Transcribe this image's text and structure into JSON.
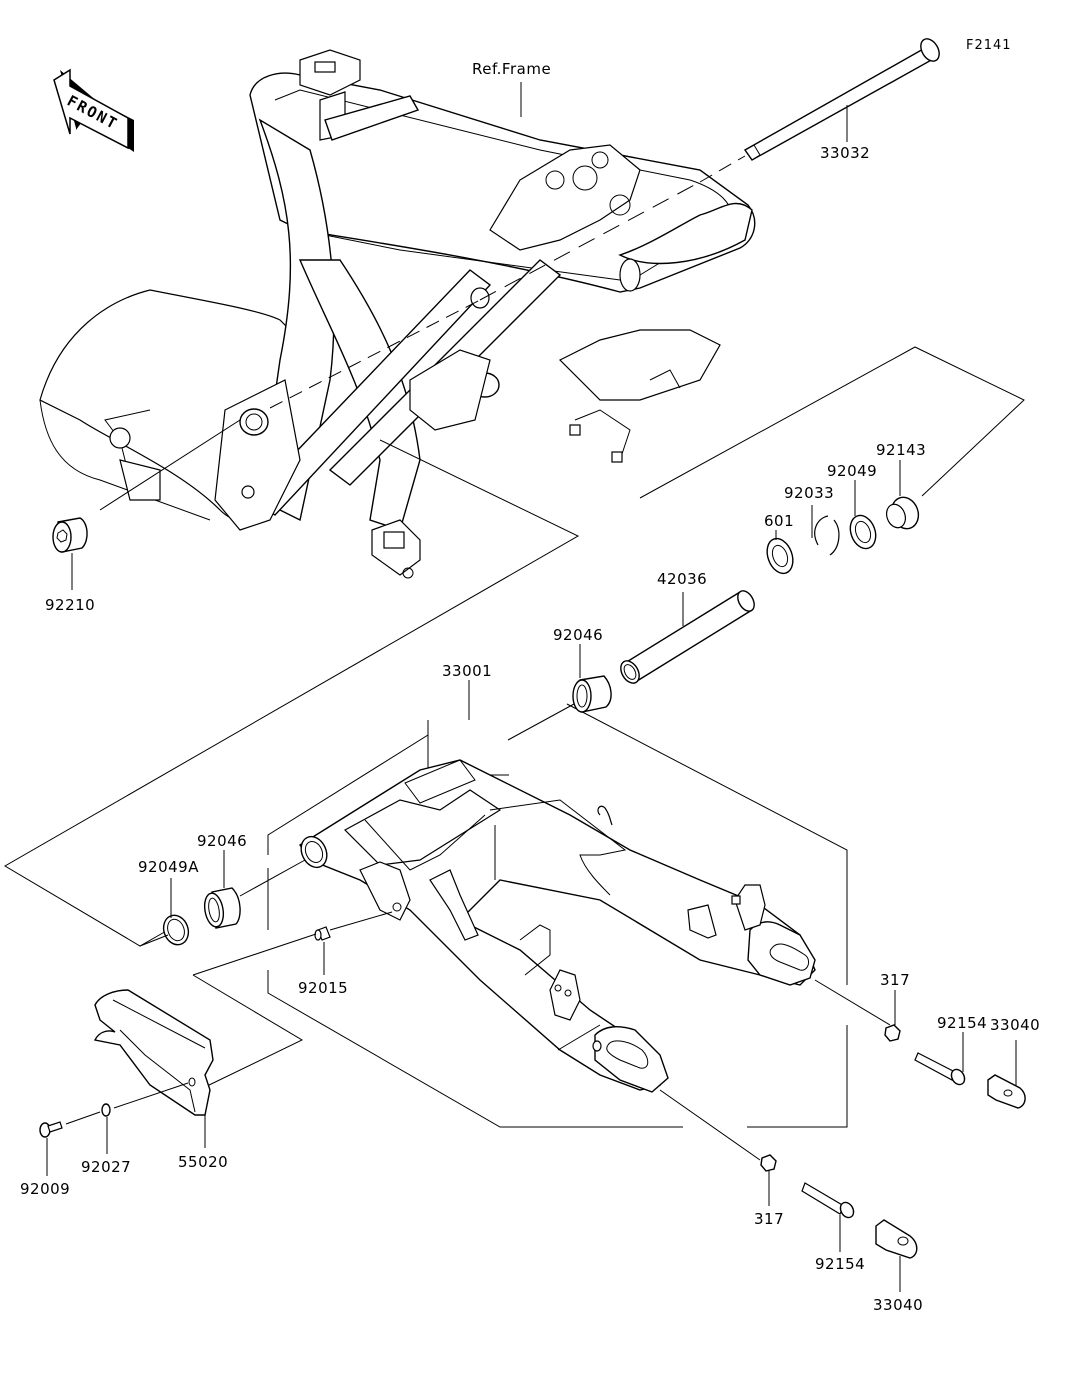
{
  "diagram": {
    "figure_code": "F2141",
    "front_indicator": "FRONT",
    "reference_label": "Ref.Frame",
    "parts": [
      {
        "id": "p33032",
        "number": "33032",
        "name": "swingarm pivot shaft"
      },
      {
        "id": "p92210",
        "number": "92210",
        "name": "pivot bolt cap"
      },
      {
        "id": "p92143",
        "number": "92143",
        "name": "collar"
      },
      {
        "id": "p92049",
        "number": "92049",
        "name": "oil seal"
      },
      {
        "id": "p92033",
        "number": "92033",
        "name": "circlip"
      },
      {
        "id": "p601",
        "number": "601",
        "name": "ball bearing"
      },
      {
        "id": "p42036",
        "number": "42036",
        "name": "sleeve"
      },
      {
        "id": "p92046_r",
        "number": "92046",
        "name": "needle bearing (right)"
      },
      {
        "id": "p33001",
        "number": "33001",
        "name": "swingarm"
      },
      {
        "id": "p92046_l",
        "number": "92046",
        "name": "needle bearing (left)"
      },
      {
        "id": "p92049A",
        "number": "92049A",
        "name": "oil seal"
      },
      {
        "id": "p92015",
        "number": "92015",
        "name": "nipple"
      },
      {
        "id": "p317_r",
        "number": "317",
        "name": "nut (right)"
      },
      {
        "id": "p92154_r",
        "number": "92154",
        "name": "bolt (right)"
      },
      {
        "id": "p33040_r",
        "number": "33040",
        "name": "chain adjuster (right)"
      },
      {
        "id": "p317_l",
        "number": "317",
        "name": "nut (left)"
      },
      {
        "id": "p92154_l",
        "number": "92154",
        "name": "bolt (left)"
      },
      {
        "id": "p33040_l",
        "number": "33040",
        "name": "chain adjuster (left)"
      },
      {
        "id": "p55020",
        "number": "55020",
        "name": "chain guard"
      },
      {
        "id": "p92027",
        "number": "92027",
        "name": "washer"
      },
      {
        "id": "p92009",
        "number": "92009",
        "name": "screw"
      }
    ]
  }
}
